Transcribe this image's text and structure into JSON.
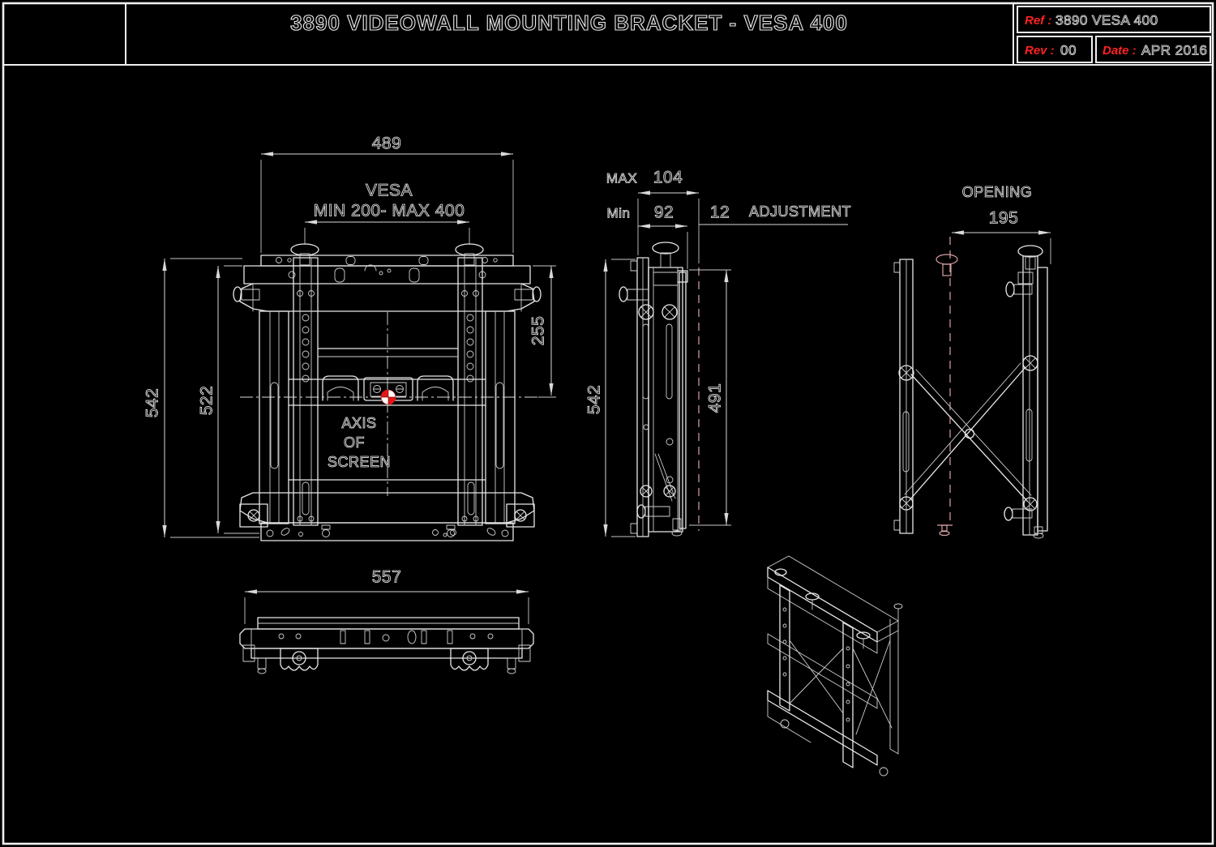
{
  "title_block": {
    "title": "3890 VIDEOWALL MOUNTING BRACKET - VESA 400",
    "ref_label": "Ref :",
    "ref_value": "3890 VESA 400",
    "rev_label": "Rev :",
    "rev_value": "00",
    "date_label": "Date :",
    "date_value": "APR 2016"
  },
  "colors": {
    "background": "#000000",
    "line": "#e8e8e8",
    "accent_red": "#ff2222",
    "phantom_pink": "#d9a3a3"
  },
  "front_view": {
    "dim_width": "489",
    "vesa_line1": "VESA",
    "vesa_line2": "MIN 200- MAX 400",
    "dim_height_overall": "542",
    "dim_height_inner": "522",
    "dim_upper": "255",
    "axis_line1": "AXIS",
    "axis_line2": "OF",
    "axis_line3": "SCREEN"
  },
  "side_closed_view": {
    "max_label": "MAX",
    "max_value": "104",
    "min_label": "Min",
    "min_value": "92",
    "adjust_value": "12",
    "adjust_label": "ADJUSTMENT",
    "dim_height_overall": "542",
    "dim_plate_height": "491"
  },
  "side_open_view": {
    "opening_label": "OPENING",
    "opening_value": "195"
  },
  "bottom_view": {
    "dim_width": "557"
  }
}
